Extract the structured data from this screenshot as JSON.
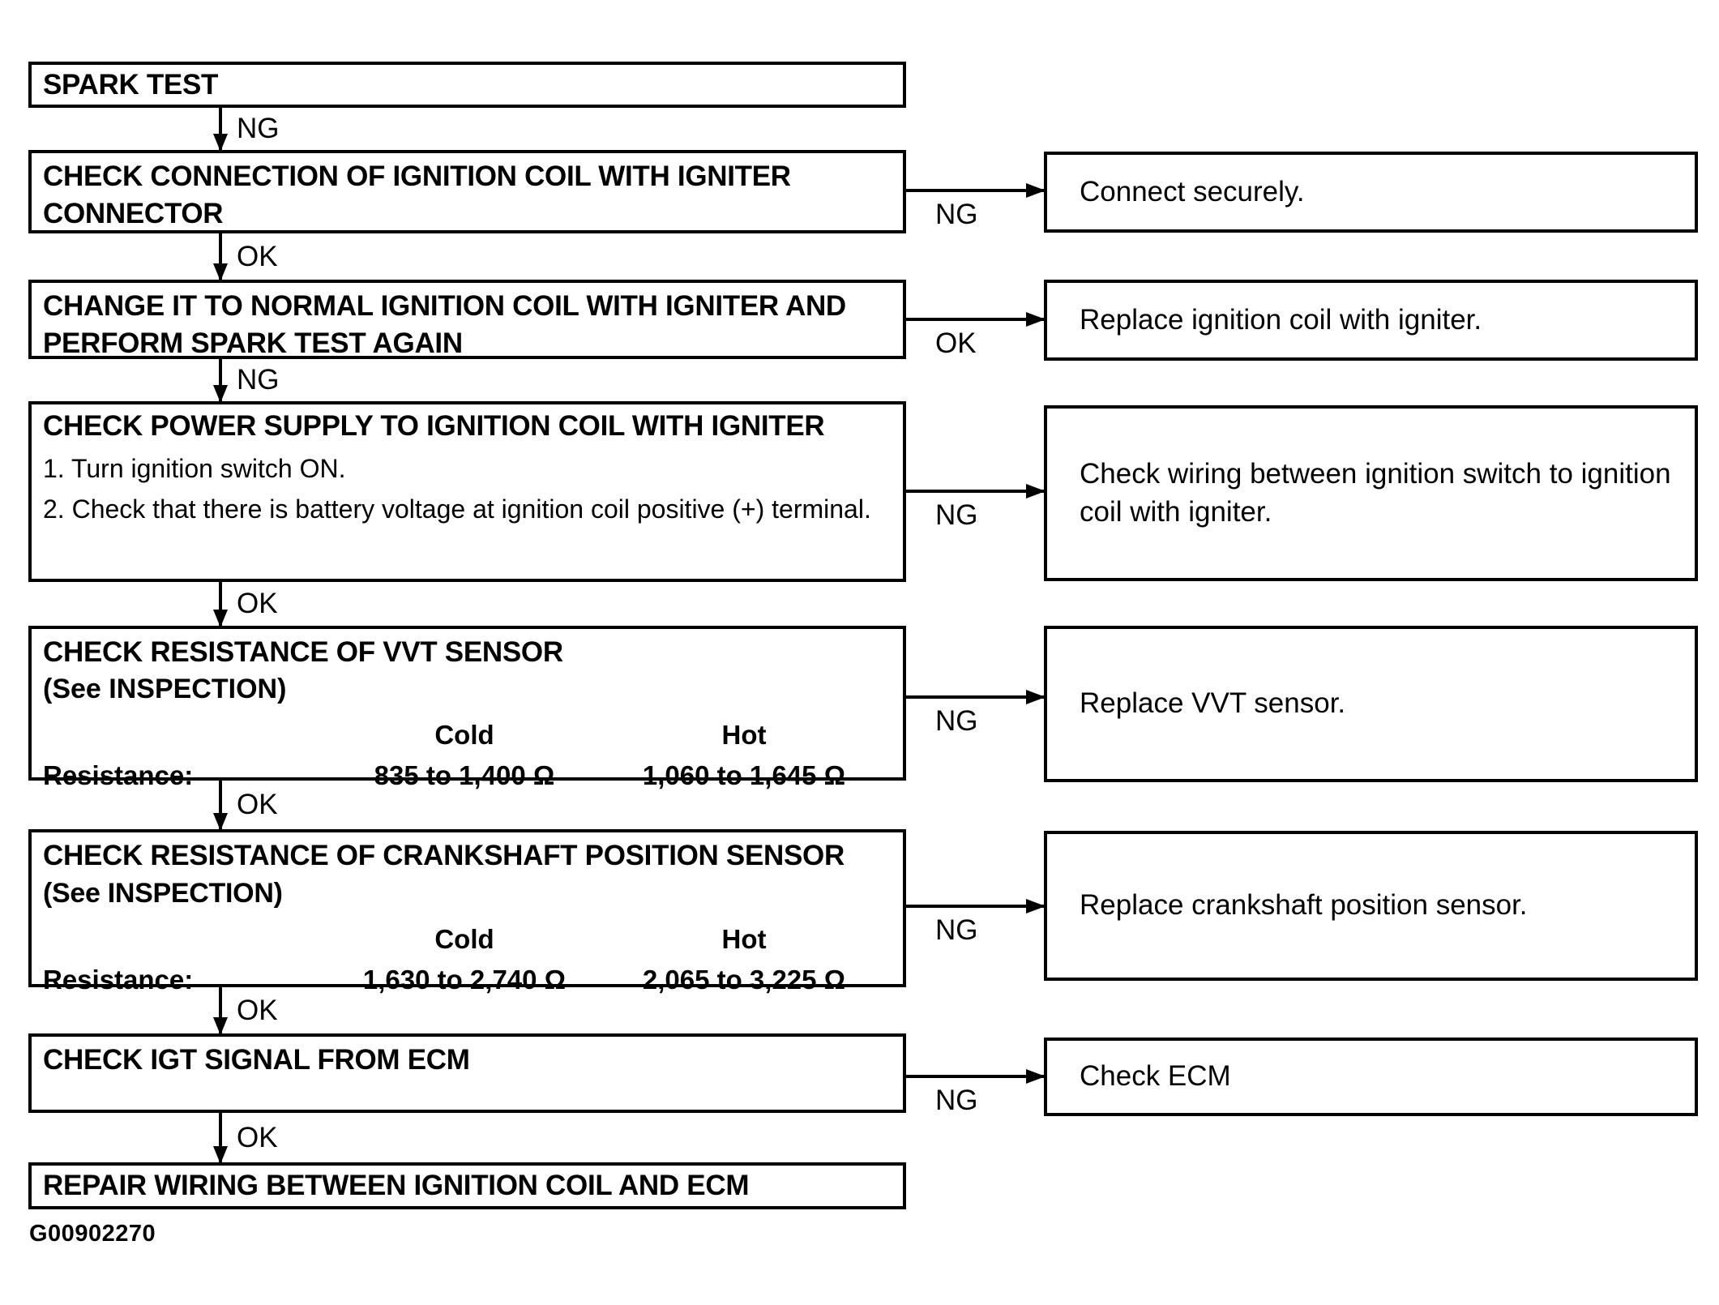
{
  "figure": {
    "code": "G00902270"
  },
  "steps": [
    {
      "title": "SPARK TEST"
    },
    {
      "title": "CHECK CONNECTION OF IGNITION COIL WITH IGNITER CONNECTOR"
    },
    {
      "title": "CHANGE IT TO NORMAL IGNITION COIL WITH IGNITER AND PERFORM SPARK TEST AGAIN"
    },
    {
      "title": "CHECK POWER SUPPLY TO IGNITION COIL WITH IGNITER",
      "items": [
        "1. Turn ignition switch ON.",
        "2. Check that there is battery voltage at ignition coil positive (+) terminal."
      ]
    },
    {
      "title": "CHECK RESISTANCE OF VVT SENSOR",
      "subtitle": "(See INSPECTION)",
      "spec": {
        "col1": "Cold",
        "col2": "Hot",
        "label": "Resistance:",
        "cold": "835 to 1,400 Ω",
        "hot": "1,060 to 1,645 Ω"
      }
    },
    {
      "title": "CHECK RESISTANCE OF CRANKSHAFT POSITION SENSOR",
      "subtitle": "(See INSPECTION)",
      "spec": {
        "col1": "Cold",
        "col2": "Hot",
        "label": "Resistance:",
        "cold": "1,630 to 2,740 Ω",
        "hot": "2,065 to 3,225 Ω"
      }
    },
    {
      "title": "CHECK IGT SIGNAL FROM ECM"
    },
    {
      "title": "REPAIR WIRING BETWEEN IGNITION COIL AND ECM"
    }
  ],
  "actions": [
    {
      "text": "Connect securely."
    },
    {
      "text": "Replace ignition coil with igniter."
    },
    {
      "text": "Check wiring between ignition switch to ignition coil with igniter."
    },
    {
      "text": "Replace VVT sensor."
    },
    {
      "text": "Replace crankshaft position sensor."
    },
    {
      "text": "Check ECM"
    }
  ],
  "connectors": {
    "down": [
      "NG",
      "OK",
      "NG",
      "OK",
      "OK",
      "OK",
      "OK"
    ],
    "right": [
      "NG",
      "OK",
      "NG",
      "NG",
      "NG",
      "NG"
    ]
  }
}
